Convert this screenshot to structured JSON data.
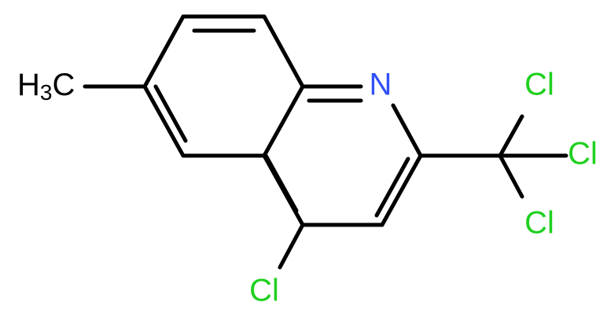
{
  "labels": {
    "methyl": {
      "main": "H",
      "sub": "3",
      "tail": "C"
    },
    "nitrogen": "N",
    "ring_chlorine": "Cl",
    "ccl3_top": "Cl",
    "ccl3_mid": "Cl",
    "ccl3_bottom": "Cl"
  },
  "colors": {
    "bond": "#000000",
    "carbon_label": "#000000",
    "nitrogen": "#3050f8",
    "chlorine": "#1fd01f"
  }
}
